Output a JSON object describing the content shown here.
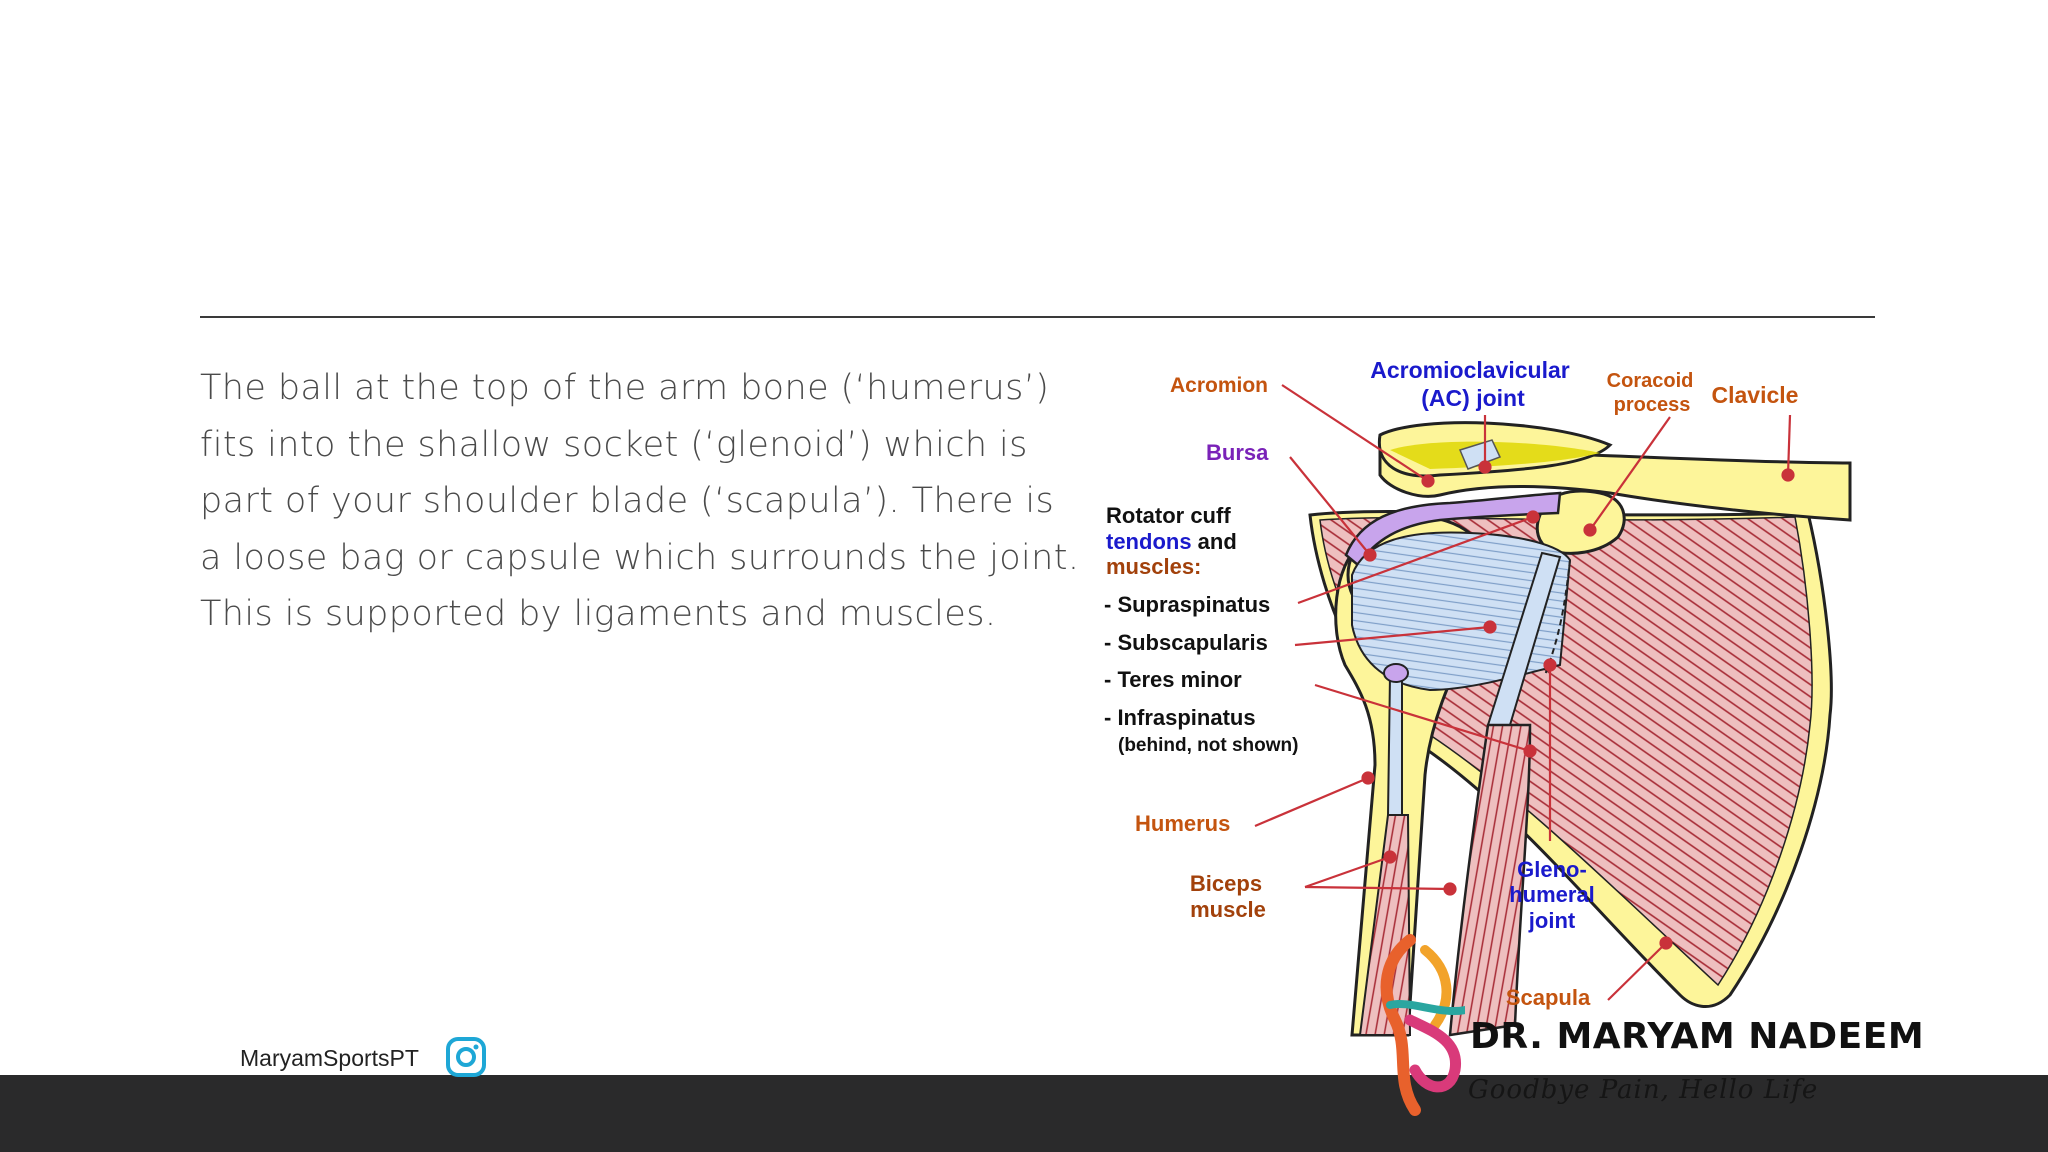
{
  "body_text": "The ball at the top of the arm bone (‘humerus’) fits into the shallow socket (‘glenoid’) which is part of your shoulder blade (‘scapula’). There is a loose bag or capsule which surrounds the joint. This is supported by ligaments and muscles.",
  "diagram": {
    "labels": {
      "acromion": "Acromion",
      "ac_joint_1": "Acromioclavicular",
      "ac_joint_2": "(AC) joint",
      "coracoid_1": "Coracoid",
      "coracoid_2": "process",
      "clavicle": "Clavicle",
      "bursa": "Bursa",
      "rotator_1": "Rotator cuff",
      "rotator_2a": "tendons",
      "rotator_2b": " and",
      "rotator_3": "muscles:",
      "supraspinatus": "- Supraspinatus",
      "subscapularis": "- Subscapularis",
      "teres_minor": "- Teres minor",
      "infraspinatus": "- Infraspinatus",
      "infraspinatus_note": "(behind, not shown)",
      "humerus": "Humerus",
      "biceps_1": "Biceps",
      "biceps_2": "muscle",
      "gleno_1": "Gleno-",
      "gleno_2": "humeral",
      "gleno_3": "joint",
      "scapula": "Scapula"
    },
    "colors": {
      "orange_label": "#c4540f",
      "blue_label": "#1a1acc",
      "purple_label": "#7a22b8",
      "bone": "#fdf59a",
      "muscle": "#eebfbf",
      "muscle_line": "#9e1f2a",
      "pointer": "#c9323a"
    }
  },
  "footer": {
    "handle": "MaryamSportsPT",
    "icon": "instagram-icon",
    "brand_name": "DR. MARYAM NADEEM",
    "brand_tagline": "Goodbye Pain, Hello Life"
  }
}
